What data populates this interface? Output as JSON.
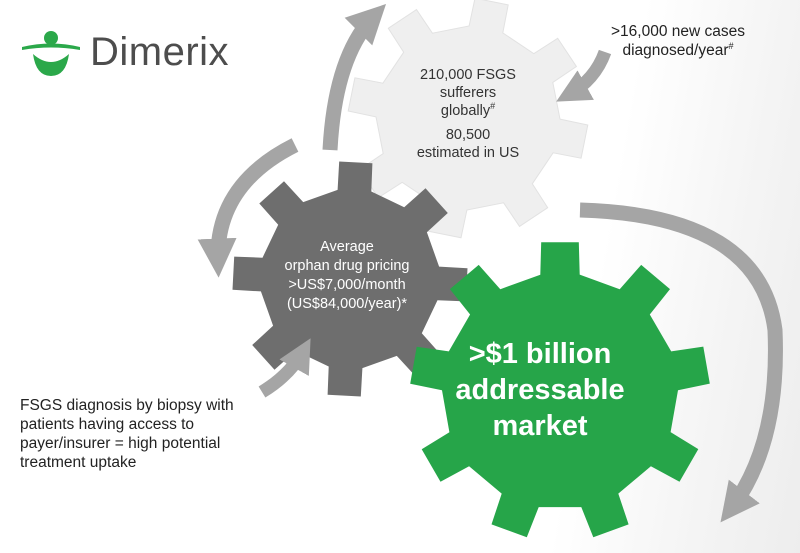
{
  "logo": {
    "name": "Dimerix",
    "icon": "dimerix-figure-logo",
    "brand_color": "#2ba84a"
  },
  "colors": {
    "green": "#26a549",
    "dark_gear": "#6e6e6e",
    "light_gear": "#efefef",
    "arrow": "#a5a5a5"
  },
  "callouts": {
    "new_cases": {
      "line1": ">16,000 new cases",
      "line2": "diagnosed/year",
      "mark": "#"
    },
    "biopsy": "FSGS diagnosis by biopsy with patients having access to payer/insurer = high potential treatment uptake"
  },
  "gears": {
    "light": {
      "line1": "210,000 FSGS",
      "line2": "sufferers",
      "line3": "globally",
      "mark": "#",
      "line4": "80,500",
      "line5": "estimated in US"
    },
    "dark": {
      "line1": "Average",
      "line2": "orphan drug pricing",
      "line3": ">US$7,000/month",
      "line4": "(US$84,000/year)*"
    },
    "green": {
      "line1": ">$1 billion",
      "line2": "addressable",
      "line3": "market"
    }
  }
}
